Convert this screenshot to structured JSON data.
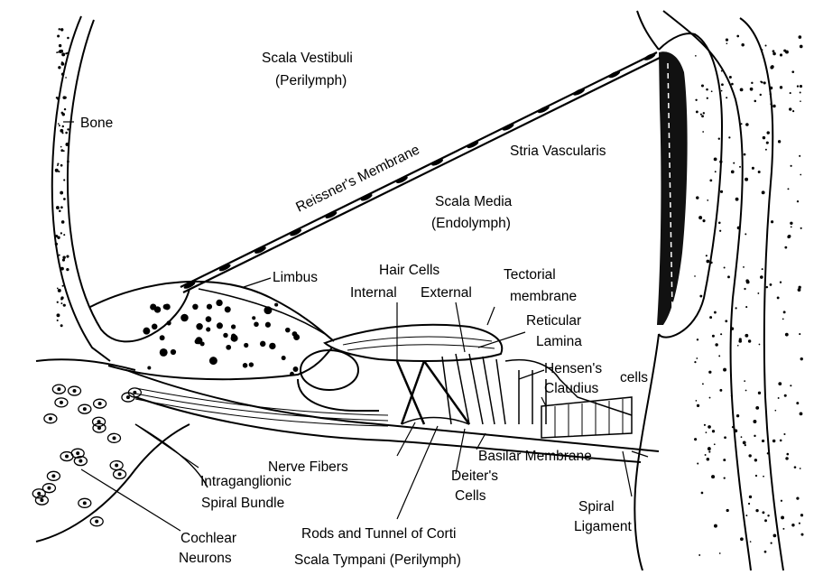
{
  "diagram": {
    "labels": {
      "scala_vestibuli": "Scala Vestibuli",
      "scala_vestibuli_sub": "(Perilymph)",
      "bone": "Bone",
      "reissners_membrane": "Reissner's Membrane",
      "stria_vascularis": "Stria Vascularis",
      "scala_media": "Scala Media",
      "scala_media_sub": "(Endolymph)",
      "limbus": "Limbus",
      "hair_cells": "Hair Cells",
      "internal": "Internal",
      "external": "External",
      "tectorial_1": "Tectorial",
      "tectorial_2": "membrane",
      "reticular_1": "Reticular",
      "reticular_2": "Lamina",
      "hensens": "Hensen's",
      "cells": "cells",
      "claudius": "Claudius",
      "basilar_membrane": "Basilar Membrane",
      "nerve_fibers": "Nerve Fibers",
      "deiters_1": "Deiter's",
      "deiters_2": "Cells",
      "intraganglionic_1": "Intraganglionic",
      "intraganglionic_2": "Spiral Bundle",
      "spiral_1": "Spiral",
      "spiral_2": "Ligament",
      "cochlear_1": "Cochlear",
      "cochlear_2": "Neurons",
      "rods_tunnel": "Rods and Tunnel of Corti",
      "scala_tympani": "Scala Tympani (Perilymph)"
    }
  }
}
